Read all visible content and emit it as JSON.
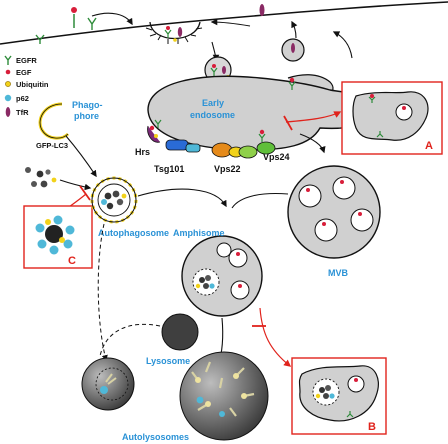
{
  "legend": {
    "egfr": "EGFR",
    "egf": "EGF",
    "ubiquitin": "Ubiquitin",
    "p62": "p62",
    "tfr": "TfR",
    "gfp_lc3": "GFP-LC3",
    "phagophore": "Phago-\nphore"
  },
  "labels": {
    "early_endosome_line1": "Early",
    "early_endosome_line2": "endosome",
    "hrs": "Hrs",
    "tsg101": "Tsg101",
    "vps22": "Vps22",
    "vps24": "Vps24",
    "mvb": "MVB",
    "autophagosome": "Autophagosome",
    "amphisome": "Amphisome",
    "lysosome": "Lysosome",
    "autolysosomes": "Autolysosomes",
    "phago_line1": "Phago-",
    "phago_line2": "phore"
  },
  "panels": {
    "a": "A",
    "b": "B",
    "c": "C"
  },
  "colors": {
    "organelle_fill": "#d0d0d0",
    "dark_organelle": "#3a3a3a",
    "label_blue": "#2a92d6",
    "inhibit_red": "#e0231c",
    "egfr_green": "#2e8b3a",
    "egf_red": "#d81e3a",
    "ubiquitin_yellow": "#f2d21a",
    "p62_blue": "#4fb8d8",
    "tfr_purple": "#8a2a64"
  }
}
